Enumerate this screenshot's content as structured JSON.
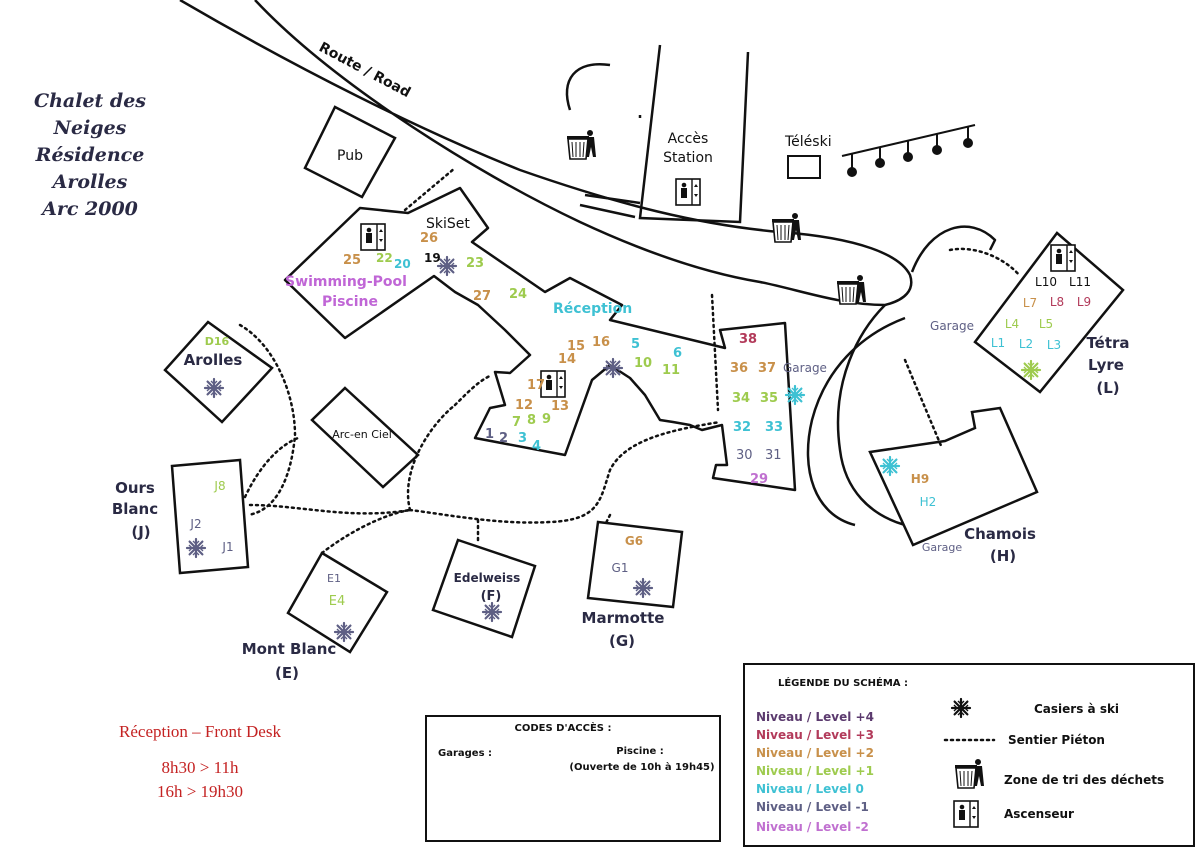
{
  "title": {
    "line1": "Chalet des Neiges",
    "line2": "Résidence Arolles",
    "line3": "Arc 2000"
  },
  "road_label": "Route / Road",
  "places": {
    "pub": "Pub",
    "acces_station_1": "Accès",
    "acces_station_2": "Station",
    "teleski": "Téléski",
    "skiset": "SkiSet",
    "pool_1": "Swimming-Pool",
    "pool_2": "Piscine",
    "reception": "Réception",
    "arc_en_ciel": "Arc-en Ciel",
    "garage": "Garage"
  },
  "buildings": {
    "arolles": "Arolles",
    "ours_1": "Ours",
    "ours_2": "Blanc",
    "ours_3": "(J)",
    "mont_blanc_1": "Mont Blanc",
    "mont_blanc_2": "(E)",
    "edelweiss_1": "Edelweiss",
    "edelweiss_2": "(F)",
    "marmotte_1": "Marmotte",
    "marmotte_2": "(G)",
    "chamois_1": "Chamois",
    "chamois_2": "(H)",
    "tetra_1": "Tétra",
    "tetra_2": "Lyre",
    "tetra_3": "(L)"
  },
  "apartments": {
    "n1": "1",
    "n2": "2",
    "n3": "3",
    "n4": "4",
    "n5": "5",
    "n6": "6",
    "n7": "7",
    "n8": "8",
    "n9": "9",
    "n10": "10",
    "n11": "11",
    "n12": "12",
    "n13": "13",
    "n14": "14",
    "n15": "15",
    "n16": "16",
    "n17": "17",
    "n19": "19",
    "n20": "20",
    "n22": "22",
    "n23": "23",
    "n24": "24",
    "n25": "25",
    "n26": "26",
    "n27": "27",
    "n29": "29",
    "n30": "30",
    "n31": "31",
    "n32": "32",
    "n33": "33",
    "n34": "34",
    "n35": "35",
    "n36": "36",
    "n37": "37",
    "n38": "38",
    "d16": "D16",
    "j1": "J1",
    "j2": "J2",
    "j8": "J8",
    "e1": "E1",
    "e4": "E4",
    "g1": "G1",
    "g6": "G6",
    "h2": "H2",
    "h9": "H9",
    "l1": "L1",
    "l2": "L2",
    "l3": "L3",
    "l4": "L4",
    "l5": "L5",
    "l7": "L7",
    "l8": "L8",
    "l9": "L9",
    "l10": "L10",
    "l11": "L11"
  },
  "colors": {
    "level_p4": "#5b3a6e",
    "level_p3": "#b23a5a",
    "level_p2": "#c8904a",
    "level_p1": "#9ecb4e",
    "level_0": "#3ec1d3",
    "level_m1": "#5e5f84",
    "level_m2": "#c070d0",
    "black": "#111111",
    "pool": "#c066d6"
  },
  "legend": {
    "title": "LÉGENDE DU SCHÉMA :",
    "levels": [
      "Niveau / Level +4",
      "Niveau / Level +3",
      "Niveau / Level +2",
      "Niveau / Level +1",
      "Niveau / Level 0",
      "Niveau / Level -1",
      "Niveau / Level -2"
    ],
    "icons": {
      "ski_lockers": "Casiers à ski",
      "footpath": "Sentier Piéton",
      "waste": "Zone de tri des déchets",
      "lift": "Ascenseur"
    }
  },
  "codes": {
    "title": "CODES D'ACCÈS :",
    "garages": "Garages :",
    "pool": "Piscine :",
    "pool_hours": "(Ouverte de 10h à 19h45)"
  },
  "front_desk": {
    "title": "Réception – Front Desk",
    "hours1": "8h30 >  11h",
    "hours2": "16h > 19h30"
  }
}
